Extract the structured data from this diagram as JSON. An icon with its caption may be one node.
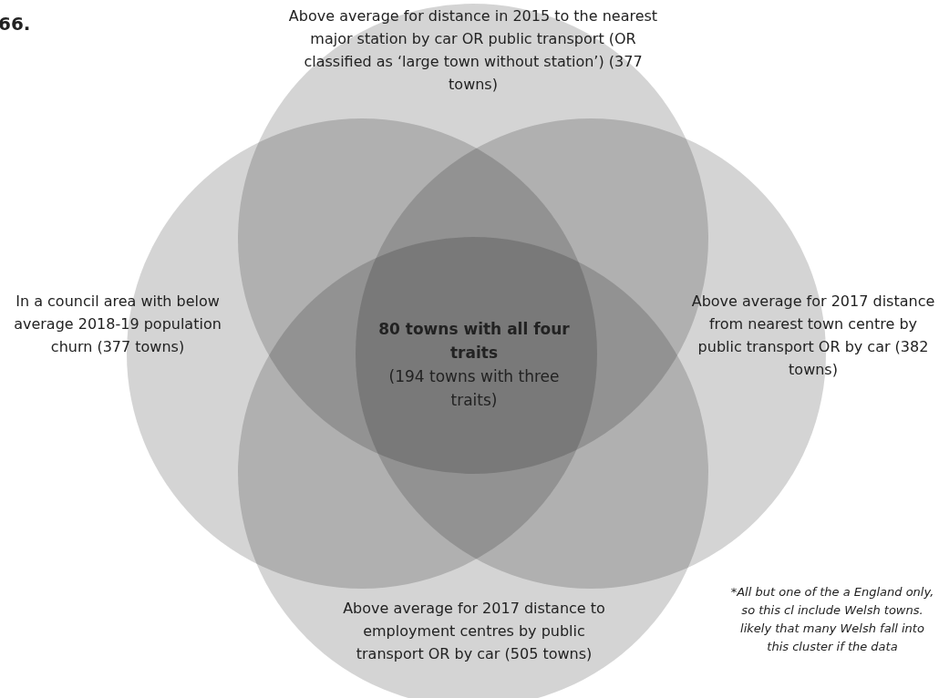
{
  "diagram": {
    "nodes": [
      {
        "text": [
          "Above average for distance in 2015 to the nearest major station by car OR public transport (OR classified as ‘large town without station’) (377 towns)"
        ]
      },
      {
        "text": [
          "In a council area with below average 2018-19 population churn (377 towns)"
        ]
      },
      {
        "text": [
          "Above average for 2017 distance from nearest town centre by public transport OR by car (382 towns)"
        ]
      },
      {
        "text": [
          "Above average for 2017 distance to employment centres by public transport OR by car (505 towns)"
        ]
      }
    ],
    "edges": [],
    "labels": [
      "66.",
      "80 towns with all four traits",
      "(194 towns with three traits)",
      "*All but one of the a England only, so this cl include Welsh towns. likely that many Welsh fall into this cluster if the data"
    ]
  }
}
